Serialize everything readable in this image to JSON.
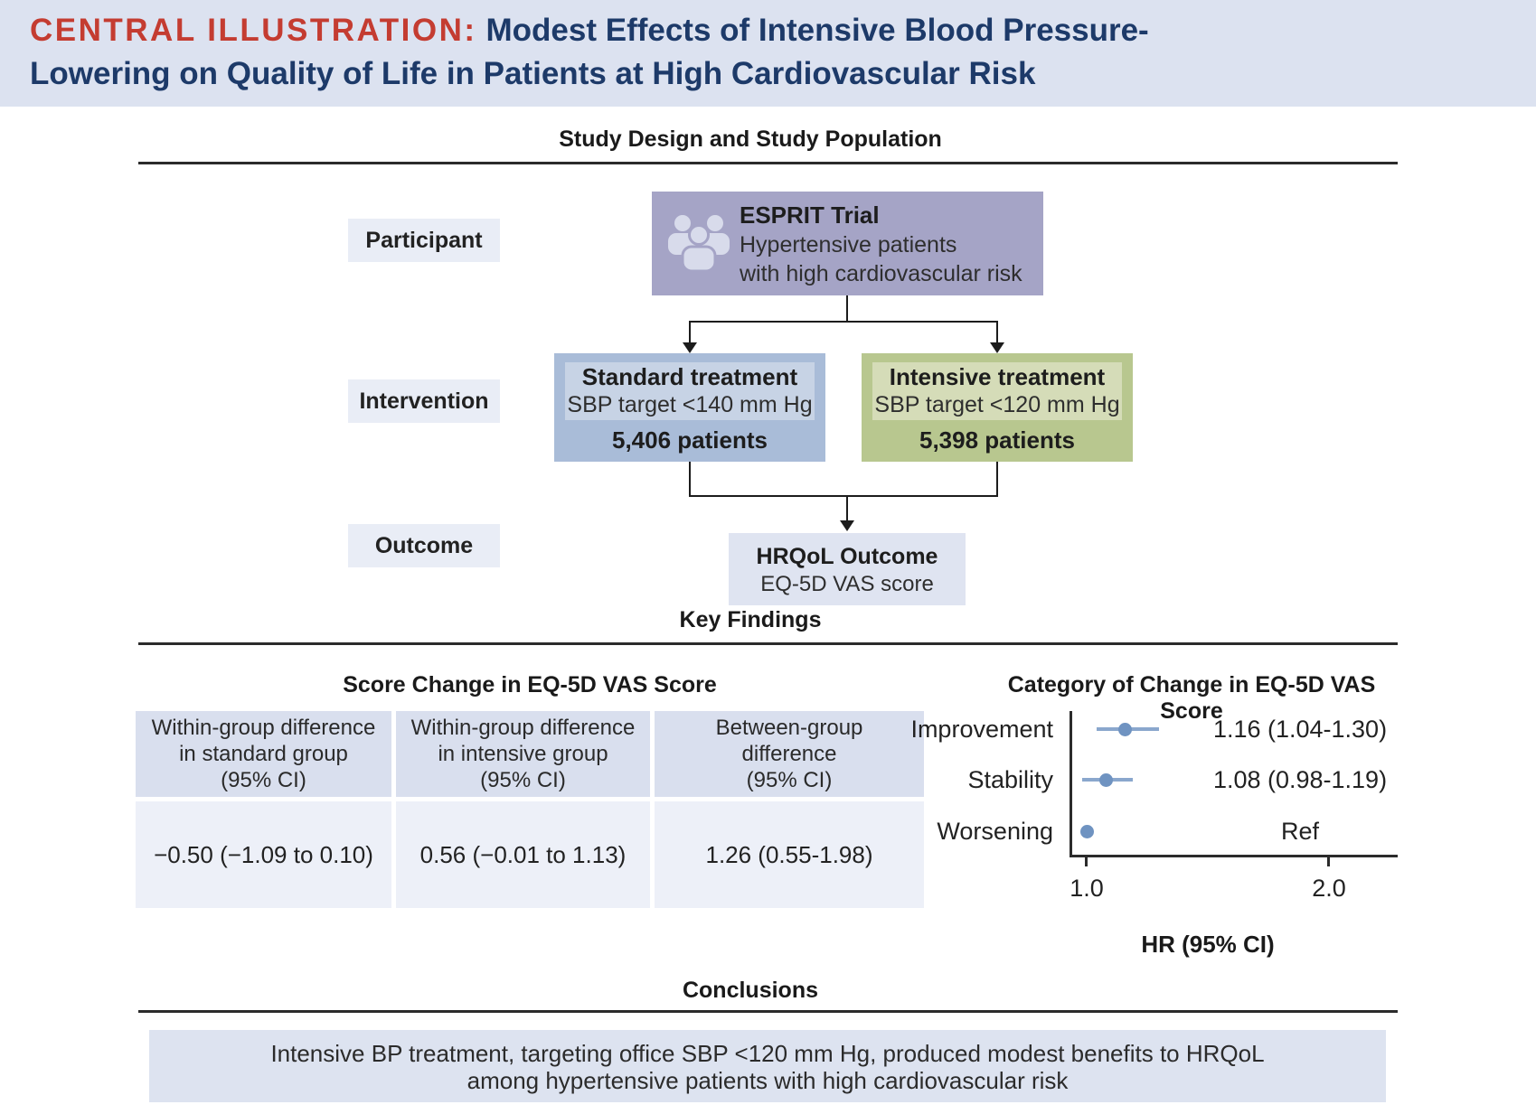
{
  "header": {
    "label": "CENTRAL ILLUSTRATION:",
    "title_line1_rest": "Modest Effects of Intensive Blood Pressure-",
    "title_line2": "Lowering on Quality of Life in Patients at High Cardiovascular Risk"
  },
  "study_design": {
    "section_title": "Study Design and Study Population",
    "row_labels": {
      "participant": "Participant",
      "intervention": "Intervention",
      "outcome": "Outcome"
    },
    "esprit": {
      "title": "ESPRIT Trial",
      "line1": "Hypertensive patients",
      "line2": "with high cardiovascular risk",
      "icon": "people-icon"
    },
    "standard": {
      "title": "Standard treatment",
      "target": "SBP target <140 mm Hg",
      "patients": "5,406 patients"
    },
    "intensive": {
      "title": "Intensive treatment",
      "target": "SBP target <120 mm Hg",
      "patients": "5,398 patients"
    },
    "outcome_box": {
      "title": "HRQoL Outcome",
      "subtitle": "EQ-5D VAS score"
    }
  },
  "key_findings": {
    "section_title": "Key Findings",
    "table": {
      "title": "Score Change in EQ-5D VAS Score",
      "columns": [
        {
          "header_lines": [
            "Within-group difference",
            "in standard group",
            "(95% CI)"
          ],
          "value": "−0.50 (−1.09 to 0.10)"
        },
        {
          "header_lines": [
            "Within-group difference",
            "in intensive group",
            "(95% CI)"
          ],
          "value": "0.56 (−0.01 to 1.13)"
        },
        {
          "header_lines": [
            "Between-group",
            "difference",
            "(95% CI)"
          ],
          "value": "1.26 (0.55-1.98)"
        }
      ]
    },
    "forest": {
      "title": "Category of Change in EQ-5D VAS Score",
      "xlabel": "HR (95% CI)",
      "ticks": [
        "1.0",
        "2.0"
      ],
      "rows": [
        {
          "label": "Improvement",
          "value_text": "1.16 (1.04-1.30)",
          "hr": 1.16,
          "lo": 1.04,
          "hi": 1.3
        },
        {
          "label": "Stability",
          "value_text": "1.08 (0.98-1.19)",
          "hr": 1.08,
          "lo": 0.98,
          "hi": 1.19
        },
        {
          "label": "Worsening",
          "value_text": "Ref",
          "hr": 1.0,
          "lo": null,
          "hi": null
        }
      ]
    }
  },
  "conclusions": {
    "section_title": "Conclusions",
    "lines": [
      "Intensive BP treatment, targeting office SBP <120 mm Hg, produced modest benefits to HRQoL",
      "among hypertensive patients with high cardiovascular risk"
    ]
  },
  "chart_data": {
    "type": "scatter",
    "title": "Category of Change in EQ-5D VAS Score",
    "xlabel": "HR (95% CI)",
    "categories": [
      "Improvement",
      "Stability",
      "Worsening"
    ],
    "series": [
      {
        "name": "HR",
        "values": [
          1.16,
          1.08,
          1.0
        ]
      },
      {
        "name": "CI low",
        "values": [
          1.04,
          0.98,
          null
        ]
      },
      {
        "name": "CI high",
        "values": [
          1.3,
          1.19,
          null
        ]
      }
    ],
    "point_labels": [
      "1.16 (1.04-1.30)",
      "1.08 (0.98-1.19)",
      "Ref"
    ],
    "xlim": [
      0.93,
      2.3
    ],
    "xticks": [
      1.0,
      2.0
    ],
    "grid": false,
    "legend": false,
    "colors": {
      "marker": "#6f93c1",
      "ci_line": "#8aa7cd"
    }
  }
}
